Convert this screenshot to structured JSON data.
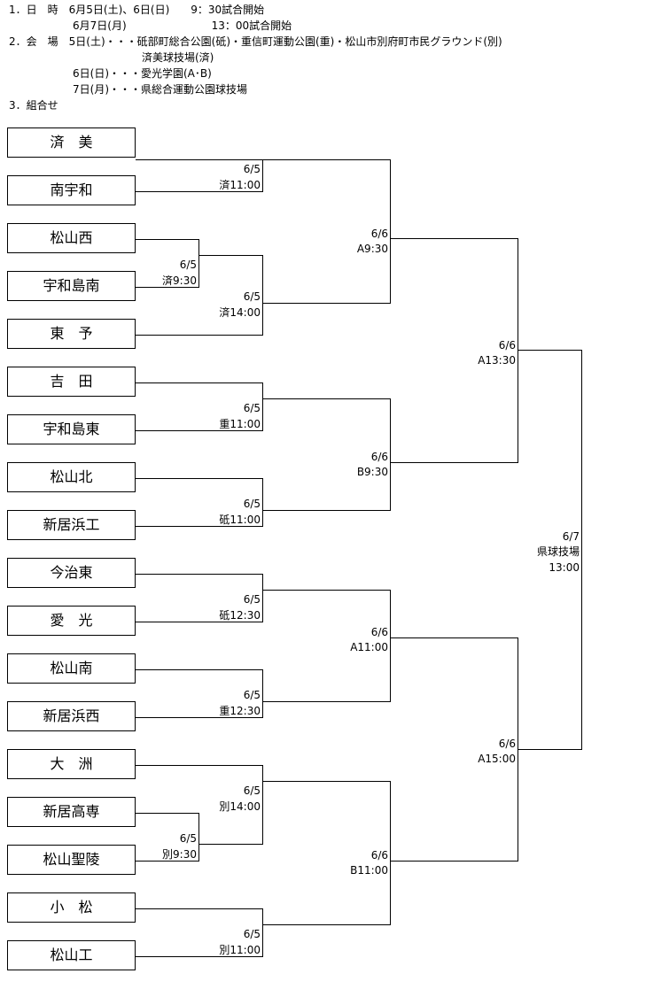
{
  "header": {
    "line1": "1．日　時　6月5日(土)、6日(日)　　9：30試合開始",
    "line2": "6月7日(月)　　　　　　　　13：00試合開始",
    "line3": "2．会　場　5日(土)・・・砥部町総合公園(砥)・重信町運動公園(重)・松山市別府町市民グラウンド(別)",
    "line4": "済美球技場(済)",
    "line5": "6日(日)・・・愛光学園(A･B)",
    "line6": "7日(月)・・・県総合運動公園球技場",
    "line7": "3．組合せ"
  },
  "teams": [
    "済　美",
    "南宇和",
    "松山西",
    "宇和島南",
    "東　予",
    "吉　田",
    "宇和島東",
    "松山北",
    "新居浜工",
    "今治東",
    "愛　光",
    "松山南",
    "新居浜西",
    "大　洲",
    "新居高専",
    "松山聖陵",
    "小　松",
    "松山工"
  ],
  "games": {
    "g1": {
      "date": "6/5",
      "info": "済11:00"
    },
    "g2": {
      "date": "6/5",
      "info": "済9:30"
    },
    "g3": {
      "date": "6/5",
      "info": "済14:00"
    },
    "g4": {
      "date": "6/5",
      "info": "重11:00"
    },
    "g5": {
      "date": "6/5",
      "info": "砥11:00"
    },
    "g6": {
      "date": "6/5",
      "info": "砥12:30"
    },
    "g7": {
      "date": "6/5",
      "info": "重12:30"
    },
    "g8": {
      "date": "6/5",
      "info": "別14:00"
    },
    "g9": {
      "date": "6/5",
      "info": "別9:30"
    },
    "g10": {
      "date": "6/5",
      "info": "別11:00"
    },
    "q1": {
      "date": "6/6",
      "info": "A9:30"
    },
    "q2": {
      "date": "6/6",
      "info": "B9:30"
    },
    "q3": {
      "date": "6/6",
      "info": "A11:00"
    },
    "q4": {
      "date": "6/6",
      "info": "B11:00"
    },
    "s1": {
      "date": "6/6",
      "info": "A13:30"
    },
    "s2": {
      "date": "6/6",
      "info": "A15:00"
    },
    "final": {
      "date": "6/7",
      "venue": "県球技場",
      "time": "13:00"
    }
  }
}
